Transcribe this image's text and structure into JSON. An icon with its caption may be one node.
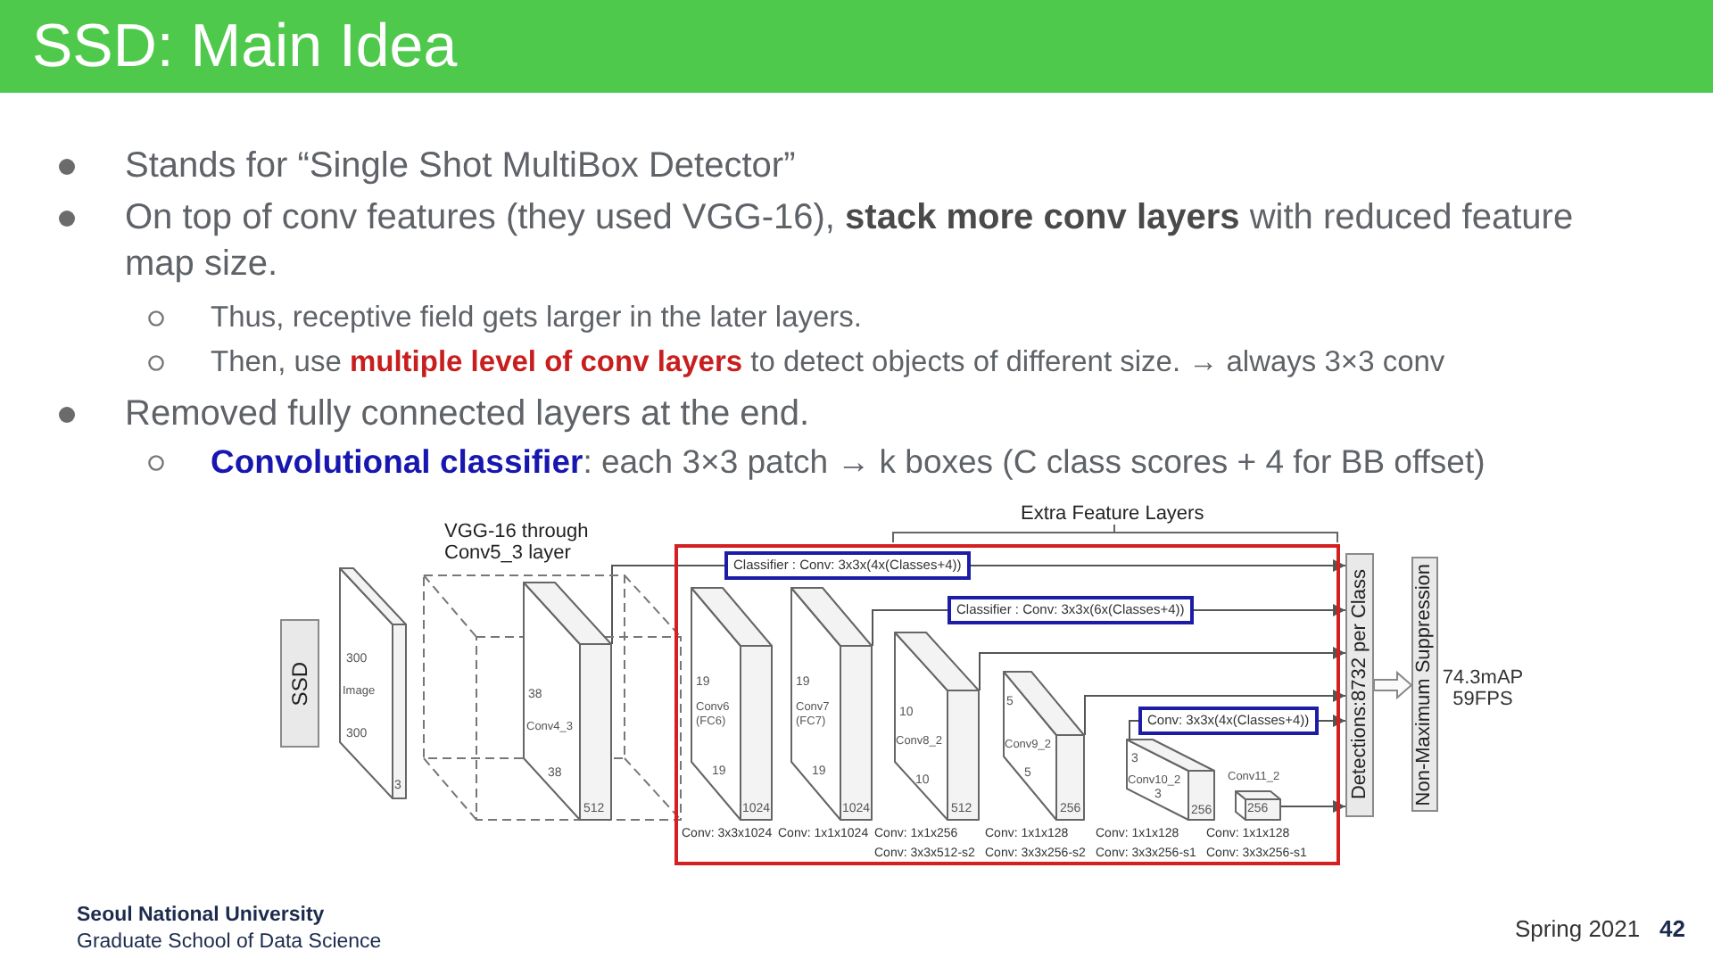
{
  "diagram": {
    "title": "SSD: Main Idea",
    "nodes": [
      {
        "text": [
          "SSD"
        ]
      },
      {
        "text": [
          "300",
          "Image",
          "300",
          "3"
        ]
      },
      {
        "text": [
          "VGG-16 through Conv5_3 layer"
        ]
      },
      {
        "text": [
          "38",
          "Conv4_3",
          "38",
          "512"
        ],
        "in": 2
      },
      {
        "text": [
          "19",
          "Conv6 (FC6)",
          "19",
          "1024"
        ],
        "beside": [
          "Conv: 3x3x1024"
        ]
      },
      {
        "text": [
          "19",
          "Conv7 (FC7)",
          "19",
          "1024"
        ],
        "beside": [
          "Conv: 1x1x1024"
        ]
      },
      {
        "text": [
          "10",
          "Conv8_2",
          "10",
          "512"
        ],
        "beside": [
          "Conv: 1x1x256",
          "Conv: 3x3x512-s2"
        ]
      },
      {
        "text": [
          "5",
          "Conv9_2",
          "5",
          "256"
        ],
        "beside": [
          "Conv: 1x1x128",
          "Conv: 3x3x256-s2"
        ]
      },
      {
        "text": [
          "3",
          "Conv10_2",
          "3",
          "256"
        ],
        "beside": [
          "Conv: 1x1x128",
          "Conv: 3x3x256-s1"
        ]
      },
      {
        "text": [
          "Conv11_2",
          "256"
        ],
        "beside": [
          "Conv: 1x1x128",
          "Conv: 3x3x256-s1"
        ]
      },
      {
        "text": [
          "Detections:8732 per Class"
        ]
      },
      {
        "text": [
          "Non-Maximum Suppression"
        ],
        "beside": [
          "74.3mAP 59FPS"
        ]
      }
    ],
    "edges": [
      {
        "from": 3,
        "to": 10,
        "arrow": "to",
        "label": "Classifier : Conv: 3x3x(4x(Classes+4))"
      },
      {
        "from": 5,
        "to": 10,
        "arrow": "to",
        "label": "Classifier : Conv: 3x3x(6x(Classes+4))"
      },
      {
        "from": 6,
        "to": 10,
        "arrow": "to"
      },
      {
        "from": 7,
        "to": 10,
        "arrow": "to"
      },
      {
        "from": 8,
        "to": 10,
        "arrow": "to",
        "label": "Conv: 3x3x(4x(Classes+4))"
      },
      {
        "from": 9,
        "to": 10,
        "arrow": "to"
      },
      {
        "from": 10,
        "to": 11,
        "arrow": "to",
        "style": "thick"
      }
    ],
    "labels": [
      "Stands for “Single Shot MultiBox Detector”",
      "On top of conv features (they used VGG-16), **stack more conv layers** with reduced feature map size.",
      "Thus, receptive field gets larger in the later layers.",
      "Then, use **multiple level of conv layers** to detect objects of different size. → always 3×3 conv",
      "Removed fully connected layers at the end.",
      "**Convolutional classifier**: each 3×3 patch → k boxes (C class scores + 4 for BB offset)",
      "Extra Feature Layers",
      "Seoul National University",
      "Graduate School of Data Science",
      "Spring 2021",
      "42"
    ]
  }
}
